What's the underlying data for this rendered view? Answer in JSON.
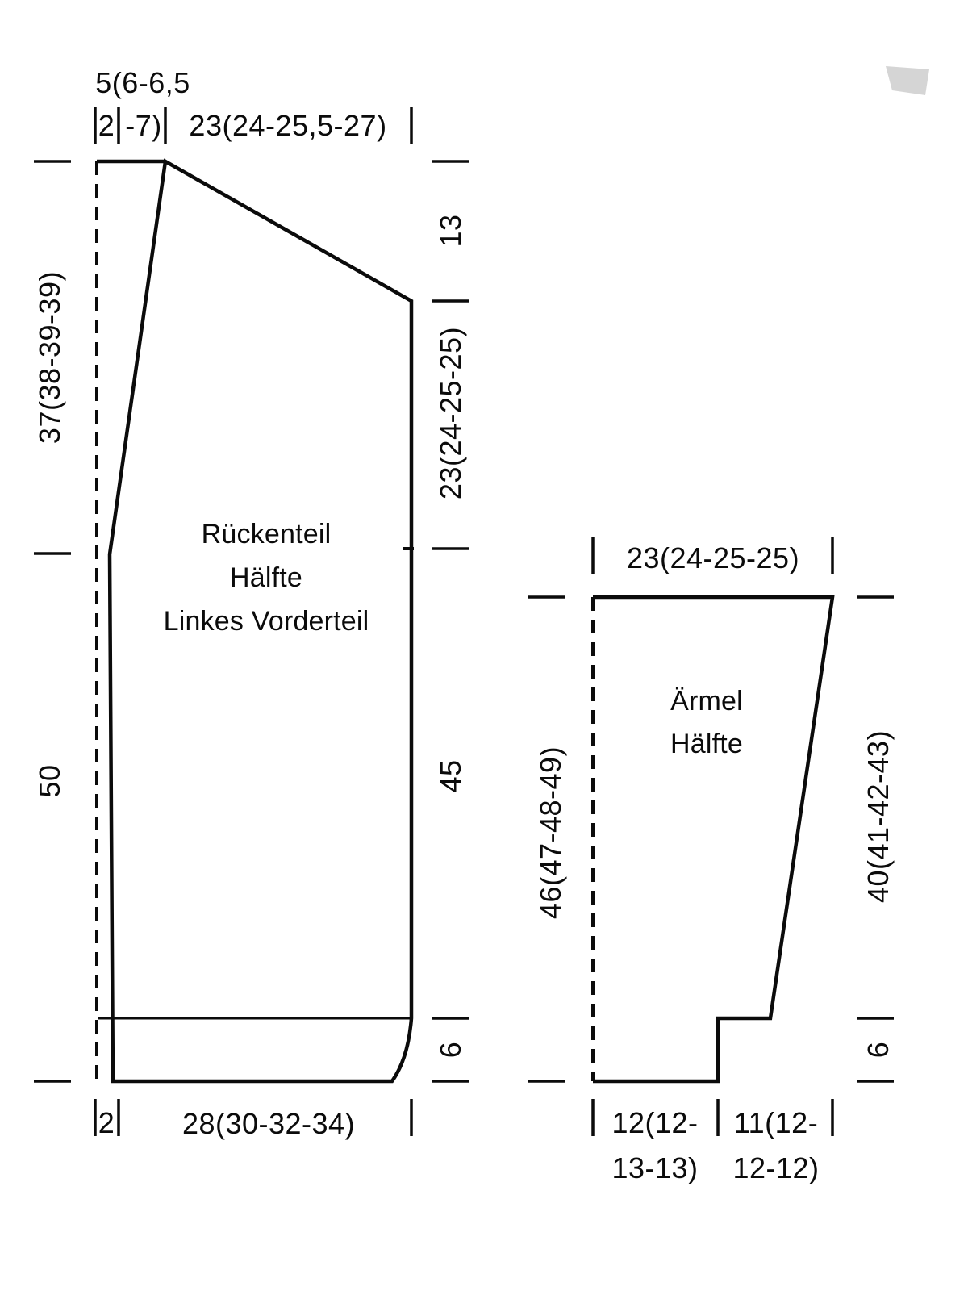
{
  "pieces": {
    "body": {
      "label_lines": [
        "Rückenteil",
        "Hälfte",
        "Linkes Vorderteil"
      ],
      "measurements": {
        "top_shoulder_wrap1": "5(6-6,5",
        "top_band": "2",
        "top_shoulder_wrap2": "-7)",
        "top_width": "23(24-25,5-27)",
        "left_upper": "37(38-39-39)",
        "left_lower": "50",
        "right_shoulder_drop": "13",
        "right_armhole": "23(24-25-25)",
        "right_side": "45",
        "right_rib": "6",
        "bottom_band": "2",
        "bottom_width": "28(30-32-34)"
      }
    },
    "sleeve": {
      "label_lines": [
        "Ärmel",
        "Hälfte"
      ],
      "measurements": {
        "top_width": "23(24-25-25)",
        "left_length": "46(47-48-49)",
        "right_length": "40(41-42-43)",
        "right_rib": "6",
        "bottom_inner_line1": "12(12-",
        "bottom_inner_line2": "13-13)",
        "bottom_outer_line1": "11(12-",
        "bottom_outer_line2": "12-12)"
      }
    }
  },
  "colors": {
    "line": "#0b0b0b",
    "background": "#ffffff",
    "artifact": "#c7c7c7"
  }
}
